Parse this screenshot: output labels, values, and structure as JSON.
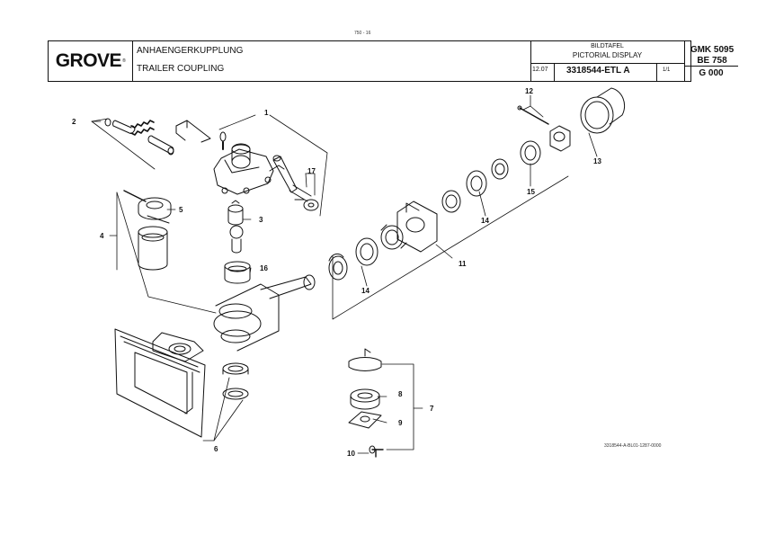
{
  "page_number": "750 - 16",
  "header": {
    "brand": "GROVE",
    "brand_mark": "®",
    "title_de": "ANHAENGERKUPPLUNG",
    "title_en": "TRAILER COUPLING",
    "display_de": "BILDTAFEL",
    "display_en": "PICTORIAL DISPLAY",
    "date": "12.07",
    "drawing_number": "3318544-ETL A",
    "sheet": "1/1",
    "model": "GMK 5095",
    "variant": "BE 758",
    "group": "G 000"
  },
  "callouts": {
    "c1": "1",
    "c2": "2",
    "c3": "3",
    "c4": "4",
    "c5": "5",
    "c6": "6",
    "c7": "7",
    "c8": "8",
    "c9": "9",
    "c10": "10",
    "c11": "11",
    "c12": "12",
    "c13": "13",
    "c14a": "14",
    "c14b": "14",
    "c15": "15",
    "c16": "16",
    "c17": "17"
  },
  "doc_reference": "3318544-A-BL01-1287-0000"
}
